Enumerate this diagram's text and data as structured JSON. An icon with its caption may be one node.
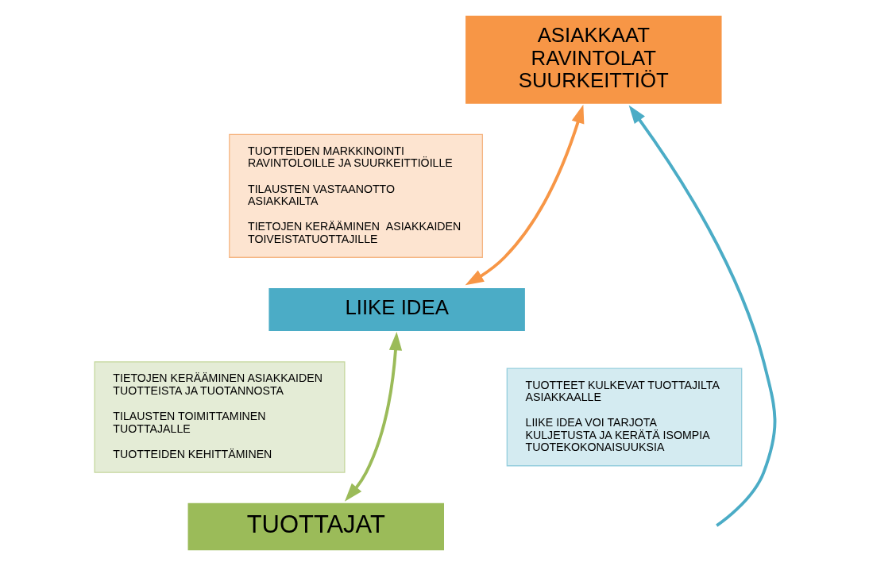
{
  "diagram": {
    "nodes": [
      {
        "text": [
          "ASIAKKAAT",
          "RAVINTOLAT",
          "SUURKEITTIÖT"
        ]
      },
      {
        "text": [
          "TUOTTEIDEN MARKKINOINTI RAVINTOLOILLE JA SUURKEITTIÖILLE",
          "TILAUSTEN VASTAANOTTO ASIAKKAILTA",
          "TIETOJEN KERÄÄMINEN  ASIAKKAIDEN TOIVEISTATUOTTAJILLE"
        ]
      },
      {
        "text": [
          "LIIKE IDEA"
        ]
      },
      {
        "text": [
          "TIETOJEN KERÄÄMINEN ASIAKKAIDEN TUOTTEISTA JA TUOTANNOSTA",
          "TILAUSTEN TOIMITTAMINEN TUOTTAJALLE",
          "TUOTTEIDEN KEHITTÄMINEN"
        ]
      },
      {
        "text": [
          "TUOTTAJAT"
        ]
      },
      {
        "text": [
          "TUOTTEET KULKEVAT TUOTTAJILTA ASIAKKAALLE",
          "LIIKE IDEA VOI TARJOTA KULJETUSTA JA KERÄTÄ ISOMPIA TUOTEKOKONAISUUKSIA"
        ]
      }
    ],
    "edges": [
      {
        "from": 0,
        "to": 2,
        "arrow": "both",
        "color": "#f79646"
      },
      {
        "from": 2,
        "to": 4,
        "arrow": "both",
        "color": "#9bbb59"
      },
      {
        "from": null,
        "to": 0,
        "arrow": "to",
        "color": "#4bacc6"
      }
    ]
  }
}
